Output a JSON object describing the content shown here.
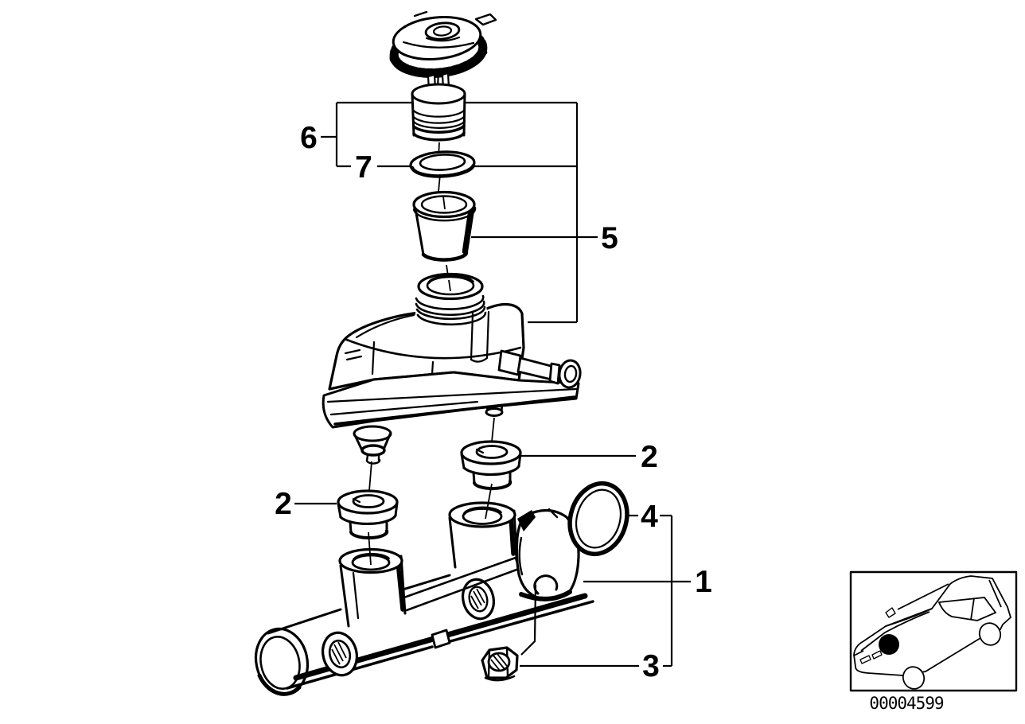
{
  "diagram": {
    "colors": {
      "background": "#ffffff",
      "line": "#000000"
    },
    "callouts": {
      "six": "6",
      "seven": "7",
      "five": "5",
      "two_left": "2",
      "two_right": "2",
      "four": "4",
      "one": "1",
      "three": "3"
    },
    "inset": {
      "image_number": "00004599",
      "icon": "car-silhouette-icon",
      "marker": "location-dot-icon"
    }
  }
}
